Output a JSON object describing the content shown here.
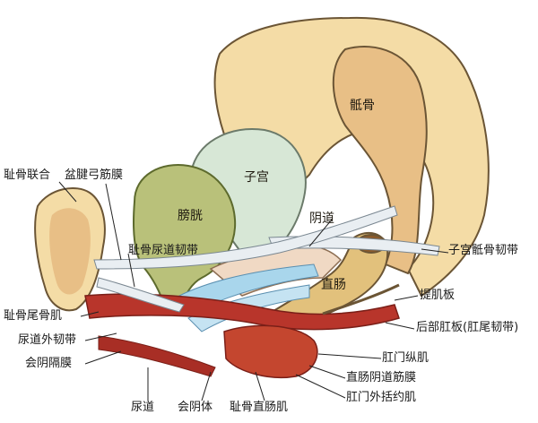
{
  "labels": {
    "sacrum": "骶骨",
    "uterus": "子宫",
    "bladder": "膀胱",
    "vagina": "阴道",
    "rectum": "直肠",
    "pubic_symphysis": "耻骨联合",
    "tendinous_arch": "盆腱弓筋膜",
    "pubourethral_ligament": "耻骨尿道韧带",
    "uterosacral_ligament": "子宫骶骨韧带",
    "levator_plate": "提肌板",
    "pubococcygeus": "耻骨尾骨肌",
    "external_urethral_ligament": "尿道外韧带",
    "perineal_membrane": "会阴隔膜",
    "posterior_anal_plate": "后部肛板(肛尾韧带)",
    "anal_longitudinal": "肛门纵肌",
    "rectovaginal_fascia": "直肠阴道筋膜",
    "external_anal_sphincter": "肛门外括约肌",
    "urethra": "尿道",
    "perineal_body": "会阴体",
    "puborectalis": "耻骨直肠肌"
  },
  "colors": {
    "bone": "#f4dca6",
    "bone_outline": "#6b5535",
    "marrow": "#e8bf86",
    "bladder": "#b9c17a",
    "uterus": "#d7e7d6",
    "rectum": "#e2c17c",
    "muscle": "#b8352b",
    "fascia": "#a9d6ec",
    "ligament": "#e9eef2"
  }
}
